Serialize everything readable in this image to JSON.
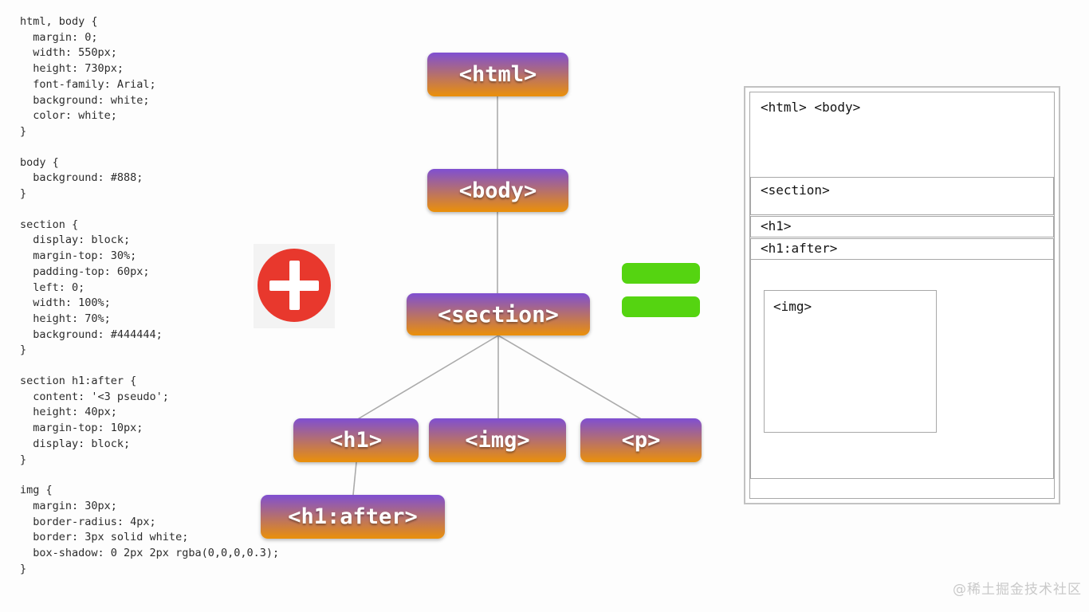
{
  "code_panel": {
    "blocks": [
      {
        "text": "html, body {\n  margin: 0;\n  width: 550px;\n  height: 730px;\n  font-family: Arial;\n  background: white;\n  color: white;\n}"
      },
      {
        "text": "body {\n  background: #888;\n}"
      },
      {
        "text": "section {\n  display: block;\n  margin-top: 30%;\n  padding-top: 60px;\n  left: 0;\n  width: 100%;\n  height: 70%;\n  background: #444444;\n}"
      },
      {
        "text": "section h1:after {\n  content: '<3 pseudo';\n  height: 40px;\n  margin-top: 10px;\n  display: block;\n}"
      },
      {
        "text": "img {\n  margin: 30px;\n  border-radius: 4px;\n  border: 3px solid white;\n  box-shadow: 0 2px 2px rgba(0,0,0,0.3);\n}"
      }
    ]
  },
  "tree": {
    "html": "<html>",
    "body": "<body>",
    "section": "<section>",
    "h1": "<h1>",
    "img": "<img>",
    "p": "<p>",
    "h1_after": "<h1:after>"
  },
  "operators": {
    "plus_icon": "plus-icon",
    "equals_icon": "equals-icon"
  },
  "result_panel": {
    "html_body": "<html> <body>",
    "section": "<section>",
    "h1": "<h1>",
    "h1_after": "<h1:after>",
    "img": "<img>"
  },
  "watermark": "@稀土掘金技术社区",
  "colors": {
    "node_gradient_top": "#7f4fd2",
    "node_gradient_bottom": "#eb9009",
    "plus_red": "#e8382d",
    "equals_green": "#55d411",
    "line_gray": "#ababab",
    "frame_gray": "#a8a8a8"
  }
}
